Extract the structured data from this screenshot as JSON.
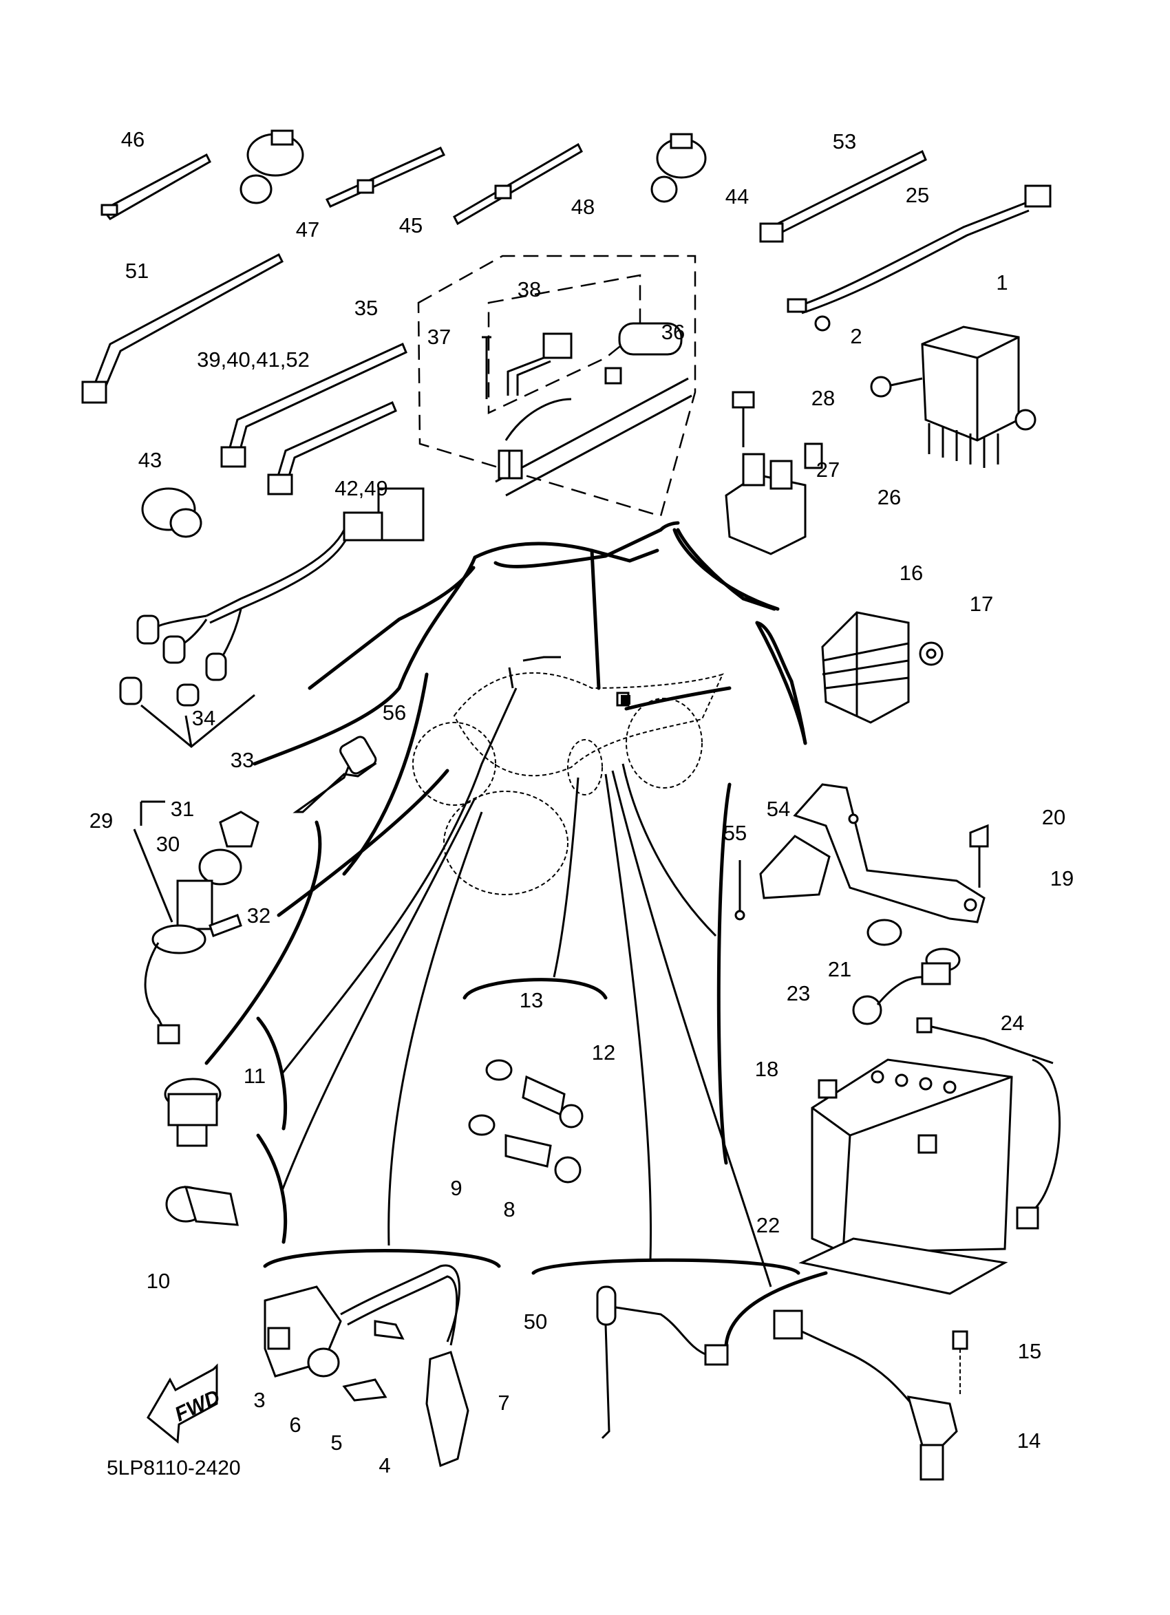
{
  "diagram": {
    "drawing_code": "5LP8110-2420",
    "direction_arrow": {
      "label": "FWD",
      "icon": "left-arrow-icon"
    },
    "callouts": [
      "46",
      "47",
      "45",
      "48",
      "44",
      "53",
      "25",
      "51",
      "35",
      "37",
      "38",
      "36",
      "1",
      "2",
      "39,40,41,52",
      "28",
      "43",
      "42,49",
      "27",
      "26",
      "16",
      "17",
      "56",
      "34",
      "33",
      "29",
      "31",
      "30",
      "32",
      "54",
      "55",
      "20",
      "19",
      "21",
      "13",
      "23",
      "24",
      "12",
      "11",
      "18",
      "9",
      "8",
      "10",
      "22",
      "50",
      "15",
      "7",
      "3",
      "6",
      "5",
      "4",
      "14"
    ]
  }
}
